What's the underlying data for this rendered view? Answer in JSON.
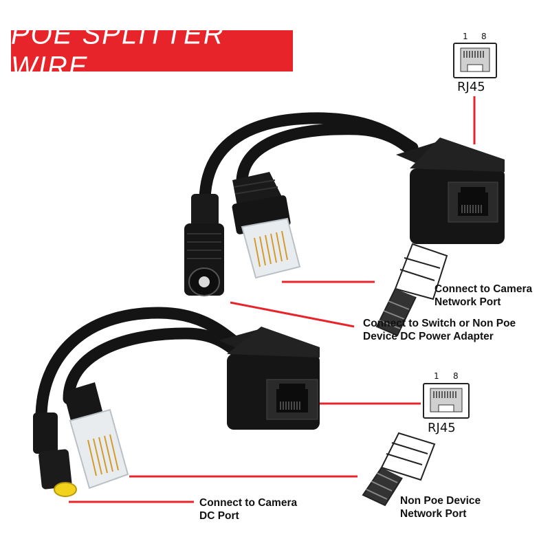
{
  "title": "POE SPLITTER WIRE",
  "colors": {
    "accent": "#e8242b",
    "cable": "#111111",
    "dc_tip": "#f2d21b"
  },
  "jack_top": {
    "label": "RJ45",
    "pin_left": "1",
    "pin_right": "8"
  },
  "jack_bottom": {
    "label": "RJ45",
    "pin_left": "1",
    "pin_right": "8"
  },
  "callouts": {
    "camera_network": [
      "Connect to Camera",
      "Network Port"
    ],
    "switch_power": [
      "Connect to Switch or Non Poe",
      "Device DC Power Adapter"
    ],
    "camera_dc": [
      "Connect to Camera",
      "DC Port"
    ],
    "nonpoe_network": [
      "Non Poe Device",
      "Network Port"
    ]
  }
}
